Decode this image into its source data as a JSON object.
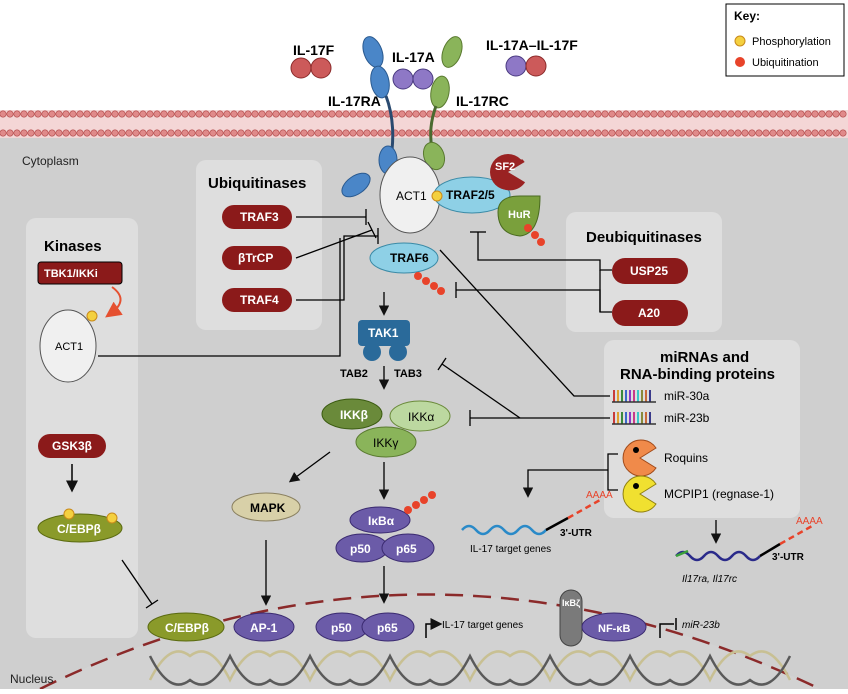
{
  "ligands": {
    "il17f": "IL-17F",
    "il17a": "IL-17A",
    "il17af": "IL-17A–IL-17F"
  },
  "receptors": {
    "il17ra": "IL-17RA",
    "il17rc": "IL-17RC"
  },
  "key": {
    "title": "Key:",
    "phospho": "Phosphorylation",
    "ubiq": "Ubiquitination"
  },
  "compartments": {
    "cytoplasm": "Cytoplasm",
    "nucleus": "Nucleus"
  },
  "ubiquitinases": {
    "title": "Ubiquitinases",
    "items": [
      "TRAF3",
      "βTrCP",
      "TRAF4"
    ]
  },
  "kinases": {
    "title": "Kinases",
    "tbk1": "TBK1/IKKi",
    "act1": "ACT1",
    "gsk3b": "GSK3β",
    "cebpb": "C/EBPβ"
  },
  "deubiquitinases": {
    "title": "Deubiquitinases",
    "items": [
      "USP25",
      "A20"
    ]
  },
  "proteins": {
    "act1": "ACT1",
    "traf25": "TRAF2/5",
    "sf2": "SF2",
    "hur": "HuR",
    "traf6": "TRAF6",
    "tak1": "TAK1",
    "tab2": "TAB2",
    "tab3": "TAB3",
    "ikkb": "IKKβ",
    "ikka": "IKKα",
    "ikkg": "IKKγ",
    "mapk": "MAPK",
    "ikba": "IκBα",
    "p50": "p50",
    "p65": "p65"
  },
  "mirnas": {
    "title1": "miRNAs and",
    "title2": "RNA-binding proteins",
    "mir30a": "miR-30a",
    "mir23b": "miR-23b",
    "roquins": "Roquins",
    "mcpip1": "MCPIP1 (regnase-1)"
  },
  "mrna": {
    "aaaa": "AAAA",
    "utr": "3'-UTR",
    "targets": "IL-17 target genes",
    "targets2": "Il17ra, Il17rc"
  },
  "nucleus": {
    "cebpb": "C/EBPβ",
    "ap1": "AP-1",
    "p50": "p50",
    "p65": "p65",
    "target": "IL-17 target genes",
    "ikbz": "IκBζ",
    "nfkb": "NF-κB",
    "mir23b": "miR-23b"
  },
  "colors": {
    "darkred": "#8b1a1a",
    "purple": "#6b5ba8",
    "blue": "#4a86c8",
    "green": "#8ab45a",
    "lightblue": "#8ed0e6"
  }
}
